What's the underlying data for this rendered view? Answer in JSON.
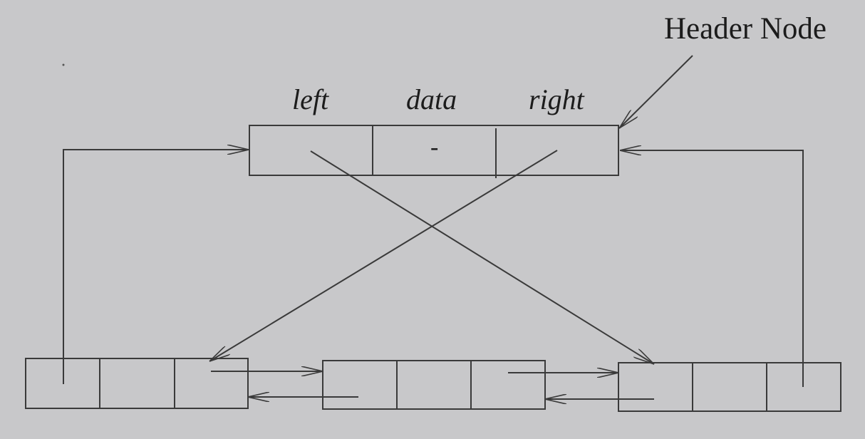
{
  "labels": {
    "header_node": "Header Node",
    "left": "left",
    "data": "data",
    "right": "right"
  },
  "header": {
    "data_value": "-"
  },
  "nodes": [
    {
      "fields": [
        "",
        "",
        ""
      ]
    },
    {
      "fields": [
        "",
        "",
        ""
      ]
    },
    {
      "fields": [
        "",
        "",
        ""
      ]
    }
  ],
  "colors": {
    "background": "#c8c8ca",
    "ink": "#3a3a3a"
  }
}
